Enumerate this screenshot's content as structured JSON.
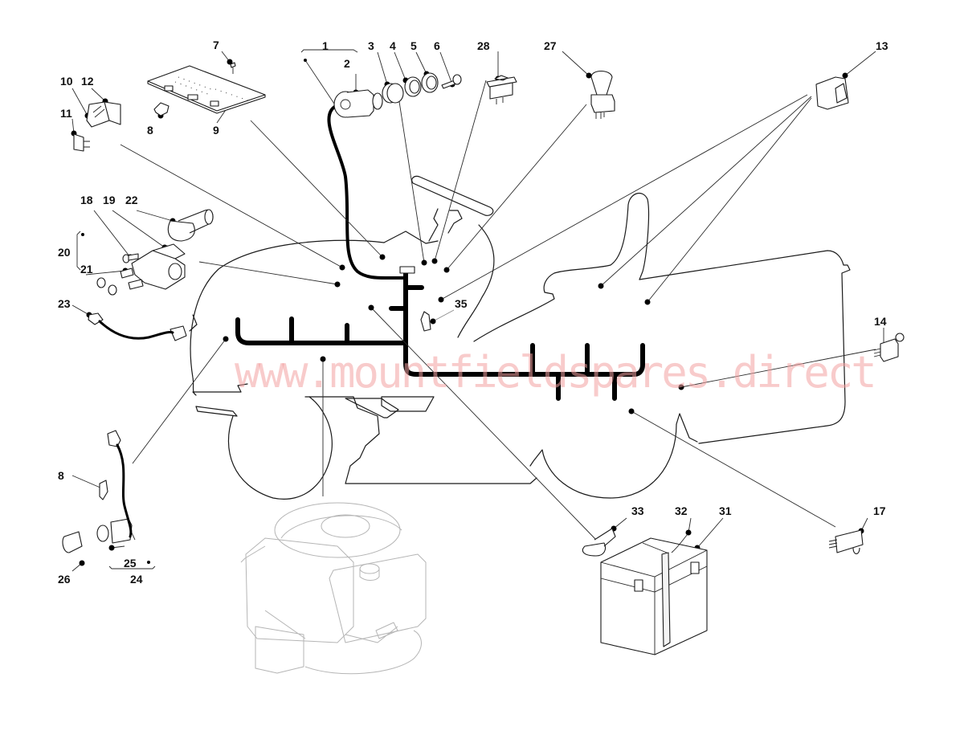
{
  "diagram": {
    "type": "exploded parts diagram - wiring harness",
    "watermark": "www.mountfieldspares.direct",
    "callouts": {
      "c1": "1",
      "c2": "2",
      "c3": "3",
      "c4": "4",
      "c5": "5",
      "c6": "6",
      "c7": "7",
      "c8a": "8",
      "c8b": "8",
      "c9": "9",
      "c10": "10",
      "c11": "11",
      "c12": "12",
      "c13": "13",
      "c14": "14",
      "c17": "17",
      "c18": "18",
      "c19": "19",
      "c20": "20",
      "c21": "21",
      "c22": "22",
      "c23": "23",
      "c24": "24",
      "c25": "25",
      "c26": "26",
      "c27": "27",
      "c28": "28",
      "c31": "31",
      "c32": "32",
      "c33": "33",
      "c35": "35"
    },
    "parts": [
      {
        "ref": "1",
        "name": "ignition-switch-assembly"
      },
      {
        "ref": "2",
        "name": "ignition-switch"
      },
      {
        "ref": "3",
        "name": "bezel"
      },
      {
        "ref": "4",
        "name": "washer"
      },
      {
        "ref": "5",
        "name": "nut"
      },
      {
        "ref": "6",
        "name": "key"
      },
      {
        "ref": "7",
        "name": "screw"
      },
      {
        "ref": "8",
        "name": "clip"
      },
      {
        "ref": "9",
        "name": "circuit-board"
      },
      {
        "ref": "10",
        "name": "relay"
      },
      {
        "ref": "11",
        "name": "fuse"
      },
      {
        "ref": "12",
        "name": "relay-holder"
      },
      {
        "ref": "13",
        "name": "rocker-switch"
      },
      {
        "ref": "14",
        "name": "micro-switch"
      },
      {
        "ref": "17",
        "name": "micro-switch"
      },
      {
        "ref": "18",
        "name": "bolt"
      },
      {
        "ref": "19",
        "name": "nut"
      },
      {
        "ref": "20",
        "name": "solenoid-assembly"
      },
      {
        "ref": "21",
        "name": "nut"
      },
      {
        "ref": "22",
        "name": "terminal-cover"
      },
      {
        "ref": "23",
        "name": "cable"
      },
      {
        "ref": "24",
        "name": "light-assembly"
      },
      {
        "ref": "25",
        "name": "bulb-holder"
      },
      {
        "ref": "26",
        "name": "bulb"
      },
      {
        "ref": "27",
        "name": "pto-switch"
      },
      {
        "ref": "28",
        "name": "rocker-switch"
      },
      {
        "ref": "31",
        "name": "battery"
      },
      {
        "ref": "32",
        "name": "battery-strap"
      },
      {
        "ref": "33",
        "name": "terminal-cover"
      },
      {
        "ref": "35",
        "name": "cable-clip"
      }
    ]
  }
}
